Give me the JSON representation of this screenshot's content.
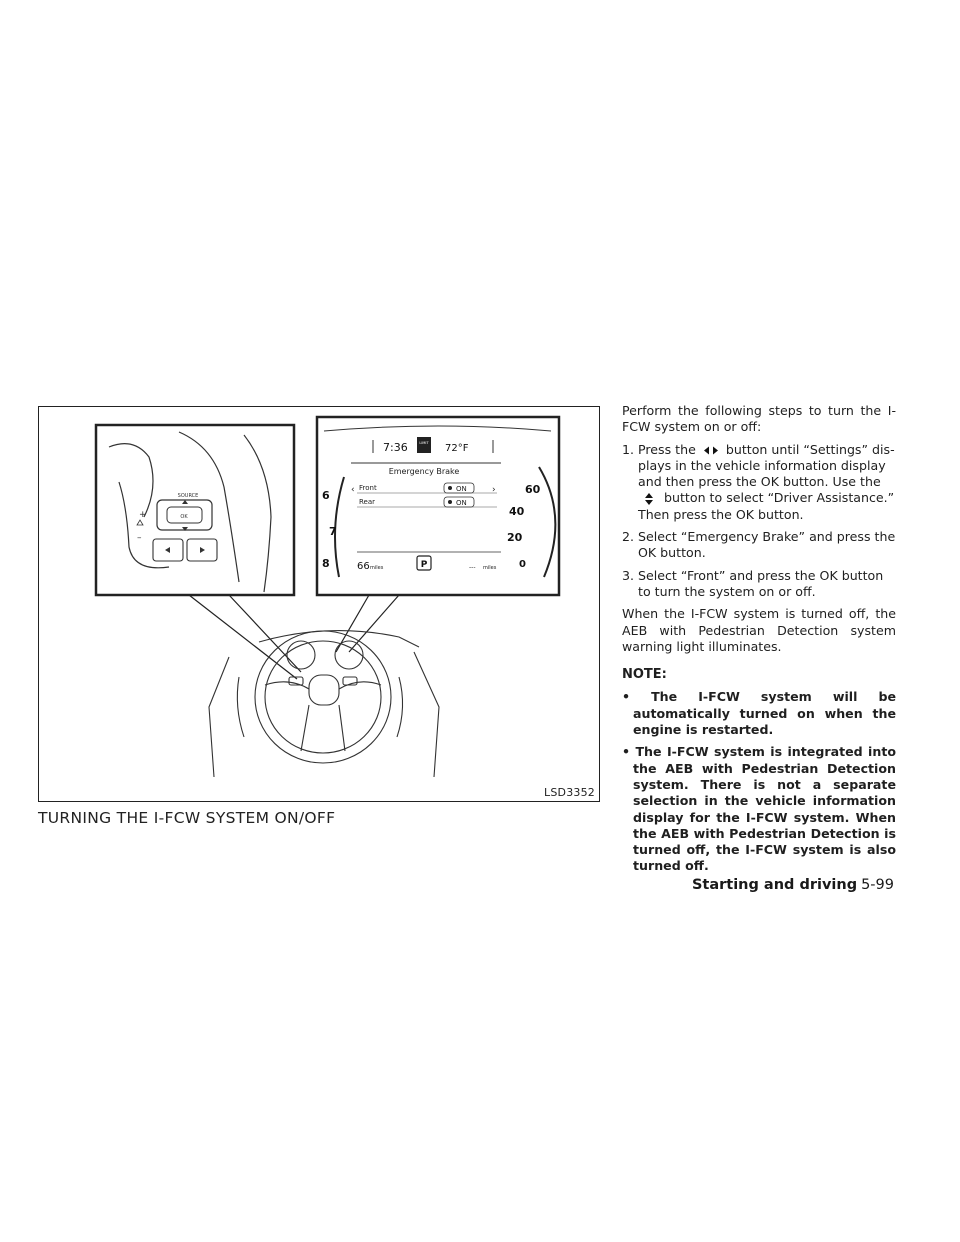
{
  "figure": {
    "code": "LSD3352",
    "display": {
      "time": "7:36",
      "limit_label": "LIMIT",
      "temperature": "72°F",
      "menu_title": "Emergency Brake",
      "front_label": "Front",
      "rear_label": "Rear",
      "front_state": "ON",
      "rear_state": "ON",
      "tach_6": "6",
      "tach_7": "7",
      "tach_8": "8",
      "speed_60": "60",
      "speed_40": "40",
      "speed_20": "20",
      "speed_0": "0",
      "range_value": "66",
      "range_unit": "miles",
      "gear": "P",
      "fuel_unit": "miles",
      "fuel_dashes": "---"
    },
    "controls": {
      "source_label": "SOURCE",
      "ok_label": "OK",
      "plus_label": "+",
      "minus_label": "–"
    }
  },
  "section_title": "TURNING THE I-FCW SYSTEM ON/OFF",
  "intro": "Perform the following steps to turn the I-FCW system on or off:",
  "steps": {
    "s1_a": "1. Press the",
    "s1_b": "button until “Settings” dis­plays in the vehicle information display and then press the OK button. Use the",
    "s1_c": "button to select “Driver Assistance.” Then press the OK button.",
    "s2": "2. Select “Emergency Brake” and press the OK button.",
    "s3": "3. Select “Front” and press the OK button to turn the system on or off."
  },
  "warning_text": "When the I-FCW system is turned off, the AEB with Pedestrian Detection system warning light illuminates.",
  "note_heading": "NOTE:",
  "notes": {
    "n1": "• The I-FCW system will be automatically turned on when the engine is re­started.",
    "n2": "• The I-FCW system is integrated into the AEB with Pedestrian Detection system. There is not a separate selection in the vehicle information display for the I-FCW system. When the AEB with Pe­destrian Detection is turned off, the I-FCW system is also turned off."
  },
  "footer": {
    "section": "Starting and driving",
    "page": "5-99"
  }
}
